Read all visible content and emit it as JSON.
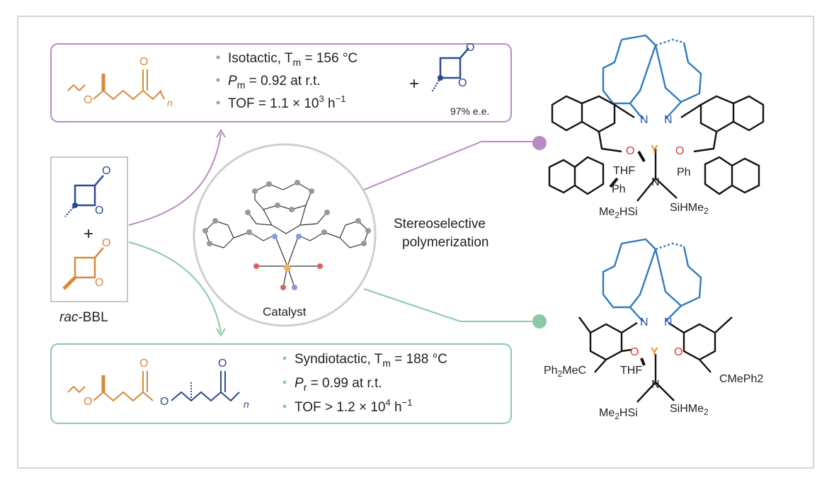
{
  "top_box": {
    "bullets": [
      "Isotactic, T",
      "m",
      " = 156 °C",
      "P",
      "m",
      " = 0.92 at r.t.",
      "TOF = 1.1 × 10",
      "3",
      " h",
      "−1"
    ],
    "plus": "+",
    "ee": "97% e.e.",
    "n": "n"
  },
  "bottom_box": {
    "bullets": [
      "Syndiotactic, T",
      "m",
      " = 188 °C",
      "P",
      "r",
      " = 0.99 at r.t.",
      "TOF > 1.2 × 10",
      "4",
      " h",
      "−1"
    ],
    "n": "n"
  },
  "monomer": {
    "plus": "+",
    "label_italic": "rac",
    "label_rest": "-BBL"
  },
  "catalyst": {
    "label": "Catalyst"
  },
  "center_text": [
    "Stereoselective",
    "polymerization"
  ],
  "struct_top": {
    "atoms": [
      "N",
      "N",
      "Y",
      "O",
      "O",
      "THF",
      "Ph",
      "Ph",
      "N",
      "Me",
      "2",
      "HSi",
      "SiHMe",
      "2"
    ]
  },
  "struct_bottom": {
    "atoms": [
      "N",
      "N",
      "Y",
      "O",
      "O",
      "THF",
      "N",
      "Ph",
      "2",
      "MeC",
      "CMePh2",
      "Me",
      "2",
      "HSi",
      "SiHMe",
      "2"
    ]
  },
  "colors": {
    "orange": "#d68a3c",
    "navy": "#2e4b8f",
    "purple": "#b88bc4",
    "green": "#8ccaa6",
    "blue_ligand": "#2f7bbf",
    "Y_orange": "#e8952e",
    "O_red": "#d63a3a",
    "N_blue": "#3555a8"
  }
}
